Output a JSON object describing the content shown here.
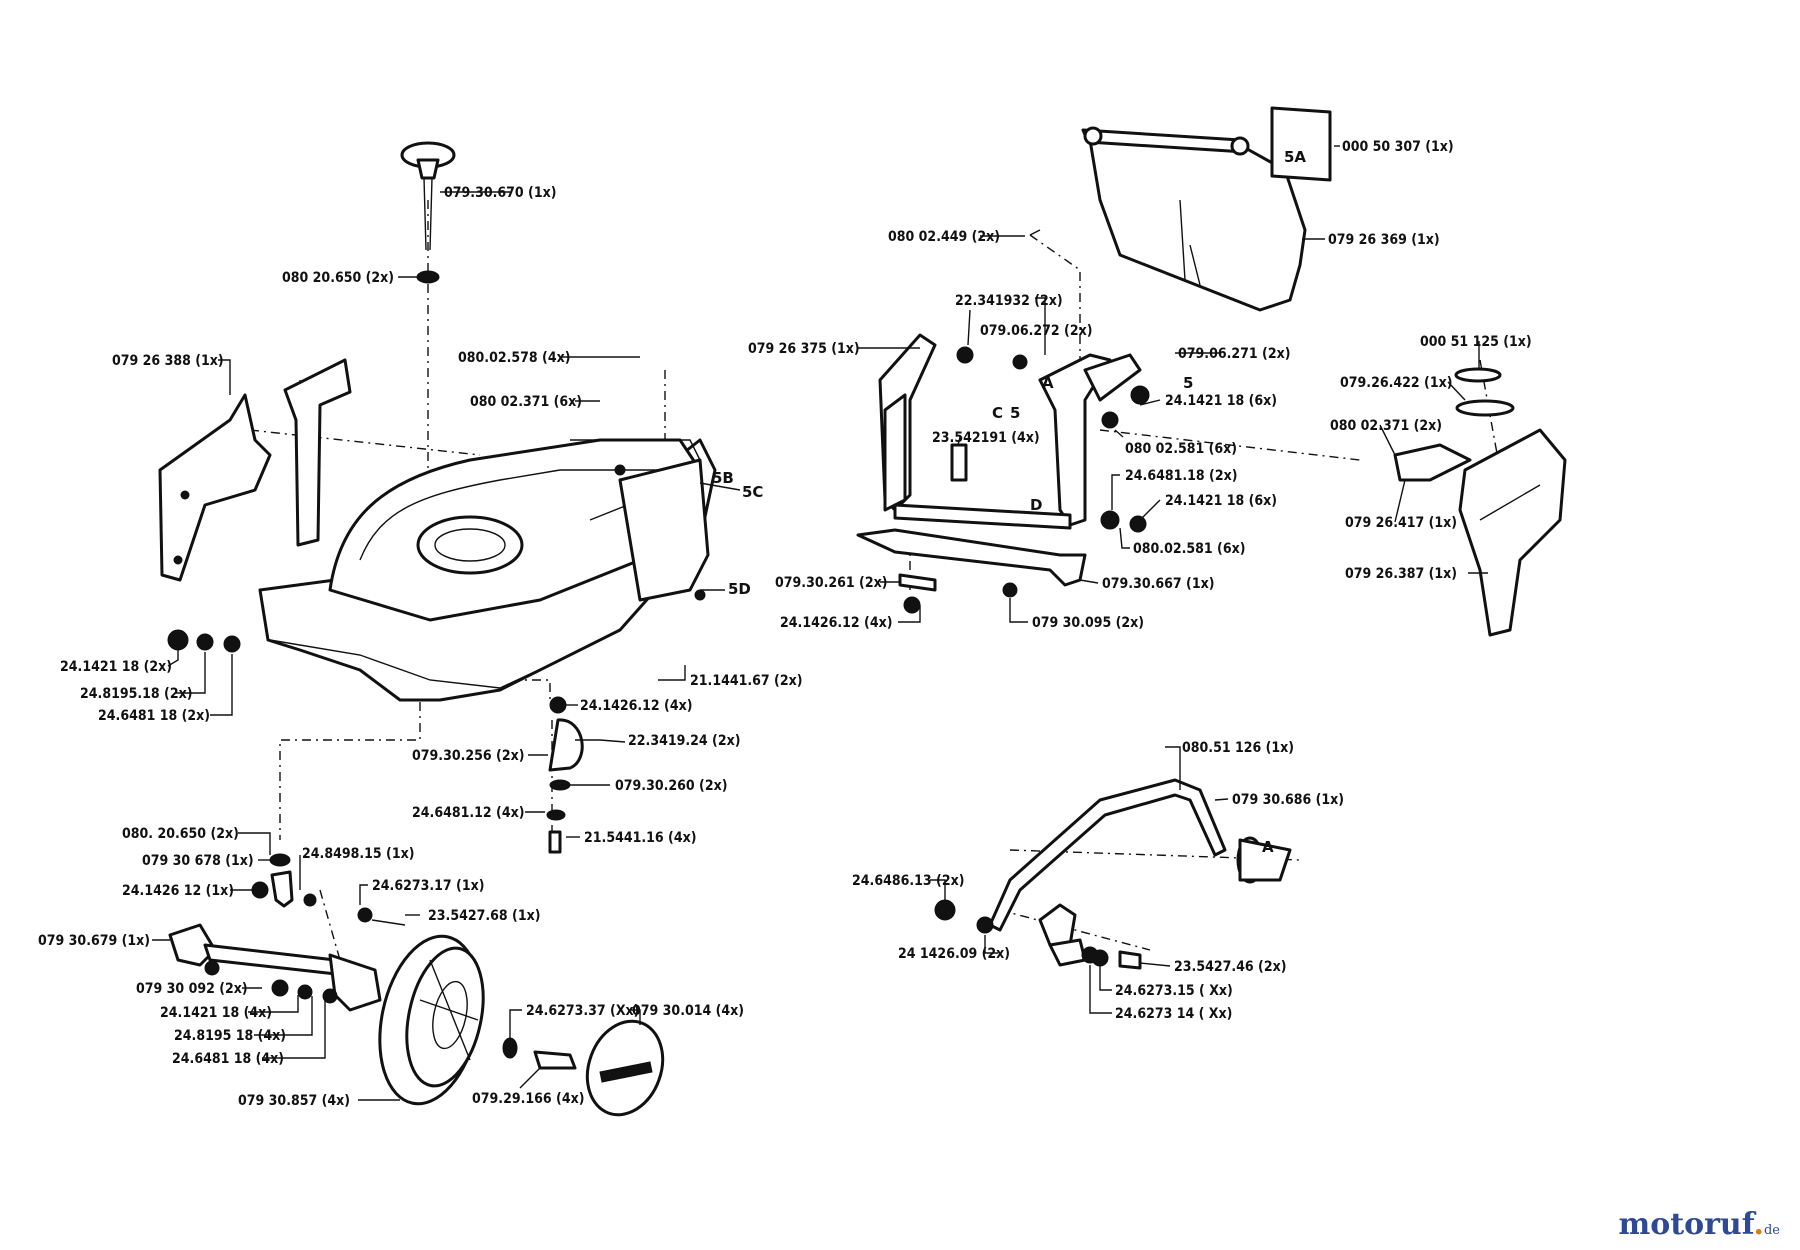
{
  "labels": {
    "p01": "079.30.670  (1x)",
    "p02": "080 20.650  (2x)",
    "p03": "079 26 388  (1x)",
    "p04": "080.02.578  (4x)",
    "p05": "080 02.371  (6x)",
    "p06": "24.1421 18  (2x)",
    "p07": "24.8195.18  (2x)",
    "p08": "24.6481 18  (2x)",
    "p09": "21.1441.67  (2x)",
    "p10": "24.1426.12  (4x)",
    "p11": "22.3419.24  (2x)",
    "p12": "079.30.256  (2x)",
    "p13": "079.30.260  (2x)",
    "p14": "24.6481.12  (4x)",
    "p15": "21.5441.16  (4x)",
    "p16": "080. 20.650  (2x)",
    "p17": "079 30 678  (1x)",
    "p18": "24.8498.15  (1x)",
    "p19": "24.1426 12  (1x)",
    "p20": "24.6273.17  (1x)",
    "p21": "23.5427.68  (1x)",
    "p22": "079 30.679  (1x)",
    "p23": "079 30 092  (2x)",
    "p24": "24.1421 18  (4x)",
    "p25": "24.8195 18  (4x)",
    "p26": "24.6481 18  (4x)",
    "p27": "24.6273.37  (Xx)",
    "p28": "079 30.014  (4x)",
    "p29": "079 30.857  (4x)",
    "p30": "079.29.166  (4x)",
    "p31": "000 50 307  (1x)",
    "p32": "079 26 369  (1x)",
    "p33": "080 02.449  (2x)",
    "p34": "22.341932  (2x)",
    "p35": "079.06.272  (2x)",
    "p36": "079 26 375  (1x)",
    "p37": "079.06.271  (2x)",
    "p38": "24.1421 18  (6x)",
    "p39": "080 02.581  (6x)",
    "p40": "23.542191  (4x)",
    "p41": "24.6481.18  (2x)",
    "p42": "24.1421 18  (6x)",
    "p43": "080.02.581  (6x)",
    "p44": "079.30.261  (2x)",
    "p45": "24.1426.12  (4x)",
    "p46": "079.30.667  (1x)",
    "p47": "079 30.095  (2x)",
    "p48": "000 51 125  (1x)",
    "p49": "079.26.422  (1x)",
    "p50": "080 02.371  (2x)",
    "p51": "079 26.417  (1x)",
    "p52": "079 26.387  (1x)",
    "p53": "080.51 126  (1x)",
    "p54": "079 30.686  (1x)",
    "p55": "24.6486.13  (2x)",
    "p56": "24 1426.09  (2x)",
    "p57": "23.5427.46  (2x)",
    "p58": "24.6273.15  ( Xx)",
    "p59": "24.6273 14  ( Xx)"
  },
  "tags": {
    "t1": "5A",
    "t2": "5B",
    "t3": "5C",
    "t4": "5D",
    "t5": "A",
    "t6": "5",
    "t7": "C",
    "t8": "5",
    "t9": "D",
    "t10": "A"
  },
  "watermark": {
    "main": "motoruf",
    "dot": ".",
    "tld": "de"
  }
}
